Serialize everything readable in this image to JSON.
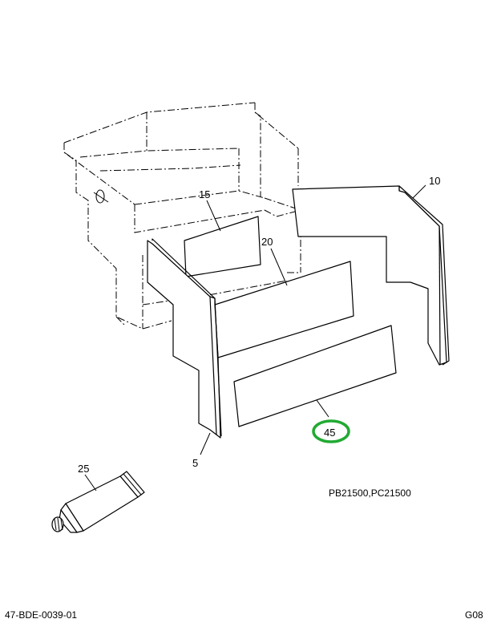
{
  "callouts": {
    "c10": "10",
    "c15": "15",
    "c20": "20",
    "c45": "45",
    "c5": "5",
    "c25": "25"
  },
  "applicability": "PB21500,PC21500",
  "footer": {
    "drawing_number": "47-BDE-0039-01",
    "section_code": "G08"
  },
  "colors": {
    "highlight": "#22aa33",
    "line": "#000000"
  },
  "icons": {
    "highlight_marker": "circle-highlight-icon"
  }
}
